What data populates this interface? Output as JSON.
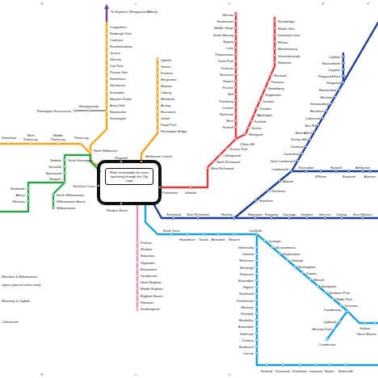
{
  "diagram": {
    "nodes": [
      {
        "text": [
          "Refer to timetable for trains operating through the City Loop"
        ]
      }
    ],
    "labels": [
      "B",
      "C",
      "D",
      "E",
      "F",
      "B",
      "C",
      "D",
      "To Seymour (Shepparton/Albury)",
      "Craigieburn",
      "Roxburgh Park",
      "Coolaroo",
      "Broadmeadows",
      "Jacana",
      "Glenroy",
      "Oak Park",
      "Pascoe Vale",
      "Strathmore",
      "Glenbervie",
      "Essendon",
      "Moonee Ponds",
      "Ascot Vale",
      "Newmarket",
      "Kensington",
      "Flemington Racecourse",
      "Showgrounds",
      "Upfield",
      "Gowrie",
      "Fawkner",
      "Merlynston",
      "Batman",
      "Coburg",
      "Moreland",
      "Anstey",
      "Brunswick",
      "Jewell",
      "Royal Park",
      "Flemington Bridge",
      "Tottenham",
      "West Footscray",
      "Middle Footscray",
      "Footscray",
      "North Melbourne",
      "South Kensington",
      "Flagstaff",
      "Melbourne Central",
      "Southern Cross",
      "Parliament",
      "Jolimont",
      "Flinders Street",
      "Seddon",
      "Yarraville",
      "Spotswood",
      "Newport",
      "North Williamstown",
      "Williamstown Beach",
      "Williamstown",
      "Seaholme",
      "Altona",
      "Westona",
      "Mernda",
      "Hawkstowe",
      "Middle Gorge",
      "South Morang",
      "Epping",
      "Lalor",
      "Thomastown",
      "Keon Park",
      "Ruthven",
      "Reservoir",
      "Regent",
      "Preston",
      "Bell",
      "Thornbury",
      "Croxton",
      "Northcote",
      "Merri",
      "Rushall",
      "Hurstbridge",
      "Wattle Glen",
      "Diamond Creek",
      "Eltham",
      "Montmorency",
      "Greensborough",
      "Watsonia",
      "Macleod",
      "Rosanna",
      "Heidelberg",
      "Eaglemont",
      "Ivanhoe",
      "Darebin",
      "Alphington",
      "Fairfield",
      "Dennis",
      "Westgarth",
      "Clifton Hill",
      "Victoria Park",
      "Collingwood",
      "North Richmond",
      "West Richmond",
      "Lilydale",
      "Mooroolbark",
      "Croydon",
      "Ringwood East",
      "Ringwood",
      "Heatherdale",
      "Mitcham",
      "Nunawading",
      "Blackburn",
      "Laburnum",
      "Box Hill",
      "Mont Albert",
      "Surrey Hills",
      "Chatham",
      "Canterbury",
      "East Camberwell",
      "Camberwell",
      "Riversdale",
      "Willison",
      "Hartwell",
      "Burwood",
      "Ashburton",
      "Alamein",
      "Auburn",
      "Glenferrie",
      "Hawthorn",
      "Richmond",
      "East Richmond",
      "Burnley",
      "Heyington",
      "Kooyong",
      "Tooronga",
      "Gardiner",
      "Glen Iris",
      "Darling",
      "East Malvern",
      "South Yarra",
      "Hawksburn",
      "Toorak",
      "Armadale",
      "Malvern",
      "Caulfield",
      "Carnegie",
      "Murrumbeena",
      "Hughesdale",
      "Oakleigh",
      "Huntingdale",
      "Clayton",
      "Westall",
      "Springvale",
      "Sandown Park",
      "Noble Park",
      "Yarraman",
      "Dandenong",
      "Hallam",
      "Narre Warren",
      "Lynbrook",
      "Merinda Park",
      "Cranbourne",
      "Glenhuntly",
      "Ormond",
      "McKinnon",
      "Bentleigh",
      "Patterson",
      "Moorabbin",
      "Highett",
      "Southland",
      "Cheltenham",
      "Mentone",
      "Parkdale",
      "Mordialloc",
      "Aspendale",
      "Edithvale",
      "Chelsea",
      "Bonbeach",
      "Carrum",
      "Seaford",
      "Kananook",
      "Frankston",
      "Leawarra",
      "Baxter",
      "Somerville",
      "Prahran",
      "Windsor",
      "Balaclava",
      "Ripponlea",
      "Elsternwick",
      "Gardenvale",
      "North Brighton",
      "Middle Brighton",
      "Brighton Beach",
      "Hampton",
      "Sandringham",
      "Werribee & Williamstown",
      "ington (special events only)",
      "Waverley & Lilydale",
      "s Reserved"
    ]
  }
}
